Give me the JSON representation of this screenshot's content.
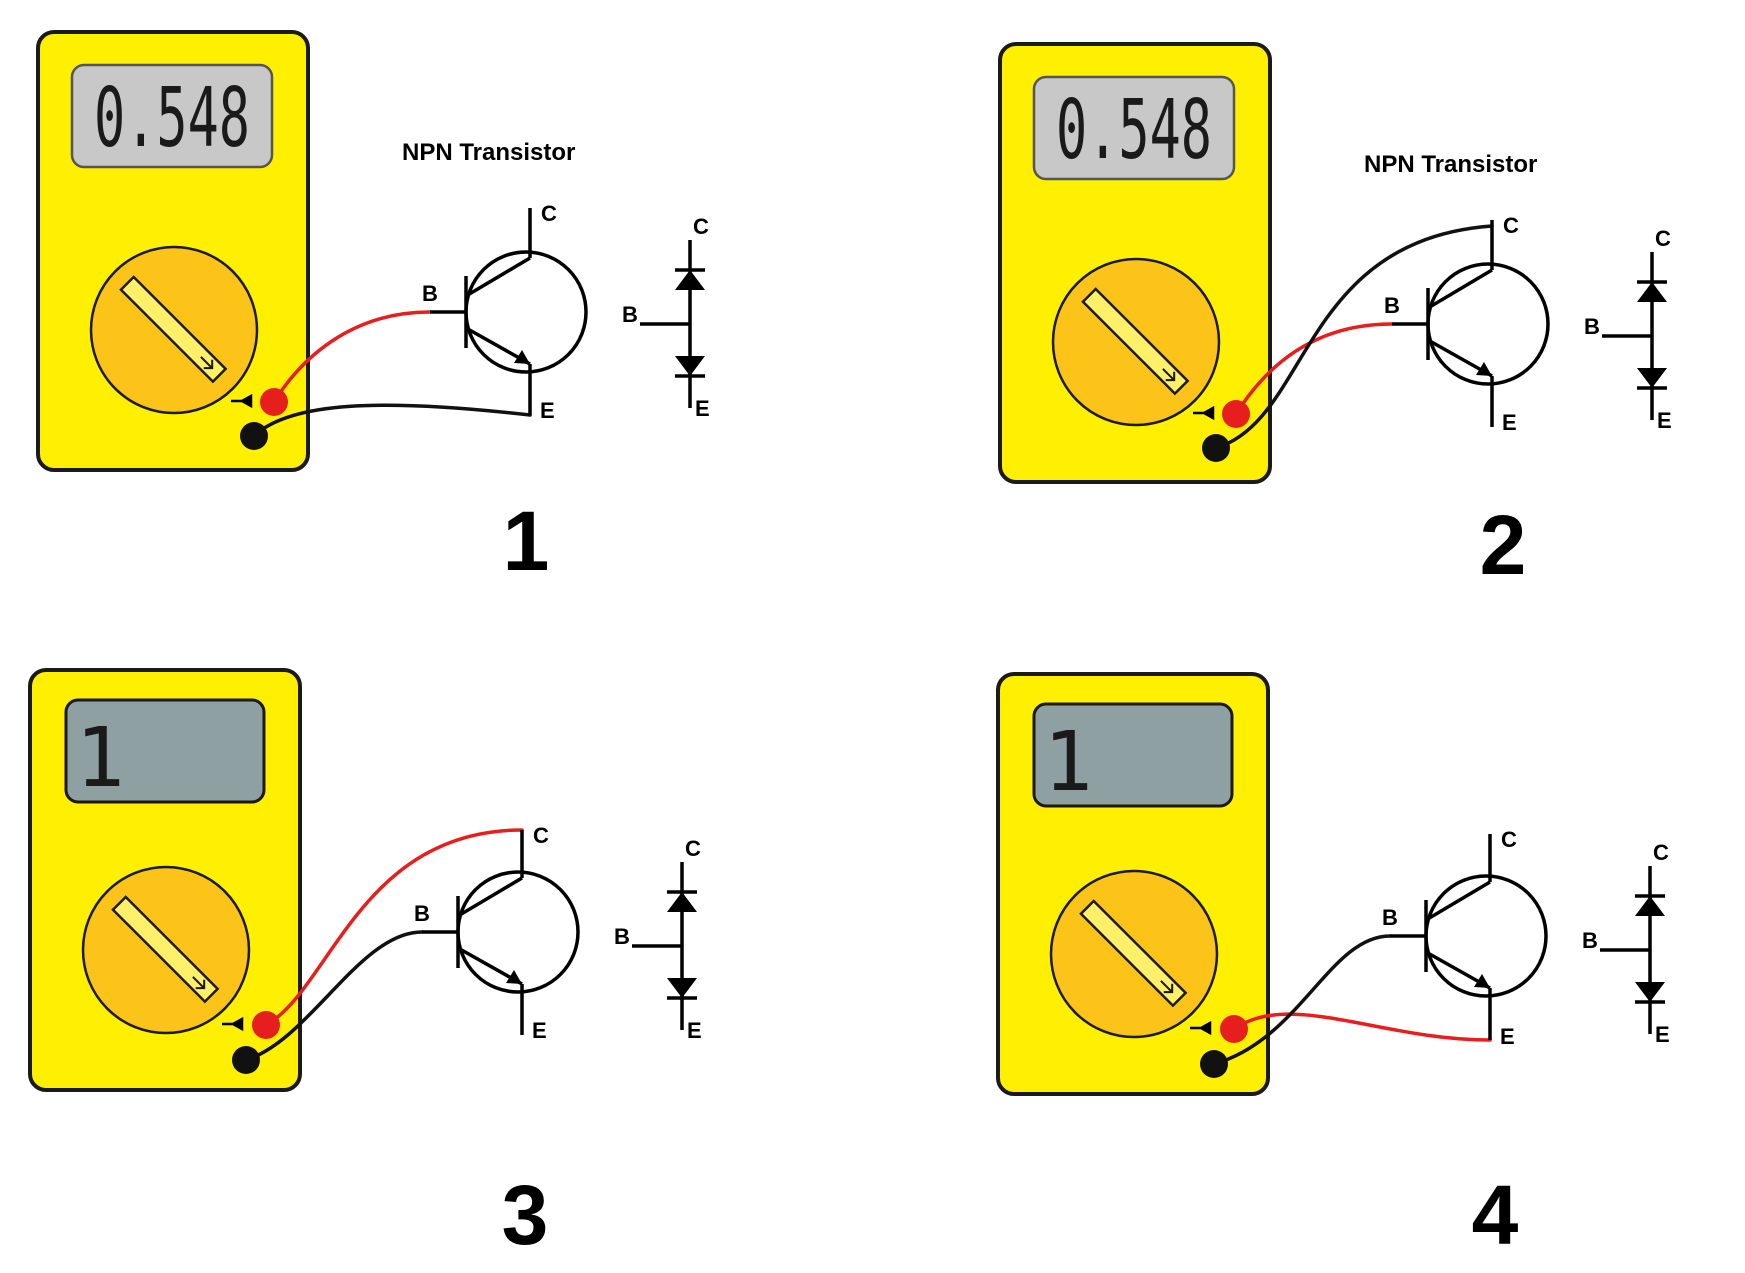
{
  "colors": {
    "meter_body": "#ffef00",
    "dial": "#fcc419",
    "display_active": "#c8c8c8",
    "display_idle": "#8fa0a3",
    "probe_red": "#e61e1e",
    "probe_black": "#111111"
  },
  "icons": {
    "mode_symbol": "diode-icon",
    "transistor": "npn-transistor-icon",
    "equivalent": "two-diode-icon"
  },
  "panels": [
    {
      "number": "1",
      "title": "NPN Transistor",
      "reading": "0.548",
      "display_state": "active",
      "red_probe_to": "B",
      "black_probe_to": "E",
      "pins": {
        "base": "B",
        "collector": "C",
        "emitter": "E"
      },
      "equivalent_pins": {
        "base": "B",
        "collector": "C",
        "emitter": "E"
      }
    },
    {
      "number": "2",
      "title": "NPN Transistor",
      "reading": "0.548",
      "display_state": "active",
      "red_probe_to": "B",
      "black_probe_to": "C",
      "pins": {
        "base": "B",
        "collector": "C",
        "emitter": "E"
      },
      "equivalent_pins": {
        "base": "B",
        "collector": "C",
        "emitter": "E"
      }
    },
    {
      "number": "3",
      "title": "",
      "reading": "1",
      "display_state": "idle",
      "red_probe_to": "C",
      "black_probe_to": "B",
      "pins": {
        "base": "B",
        "collector": "C",
        "emitter": "E"
      },
      "equivalent_pins": {
        "base": "B",
        "collector": "C",
        "emitter": "E"
      }
    },
    {
      "number": "4",
      "title": "",
      "reading": "1",
      "display_state": "idle",
      "red_probe_to": "E",
      "black_probe_to": "B",
      "pins": {
        "base": "B",
        "collector": "C",
        "emitter": "E"
      },
      "equivalent_pins": {
        "base": "B",
        "collector": "C",
        "emitter": "E"
      }
    }
  ]
}
